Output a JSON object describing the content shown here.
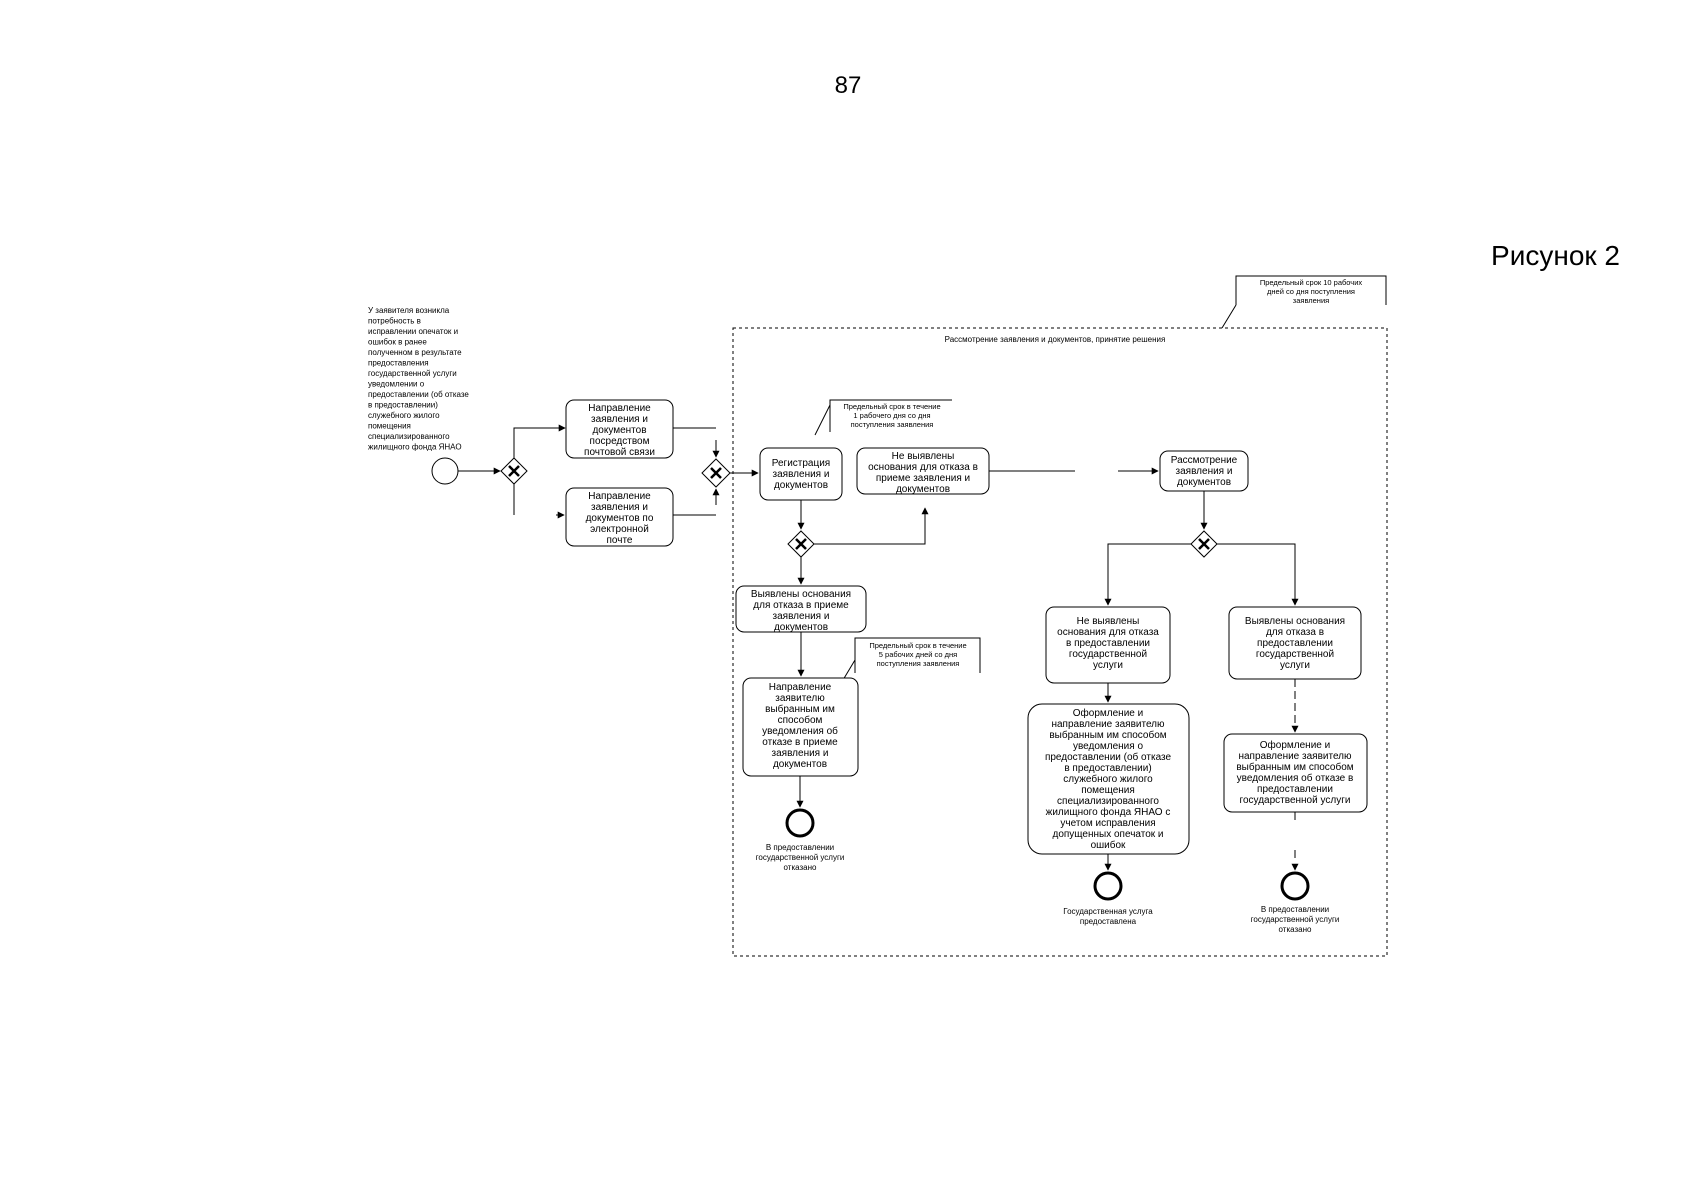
{
  "page_number": "87",
  "figure_label": "Рисунок 2",
  "start_note": [
    "У заявителя возникла",
    "потребность в",
    "исправлении опечаток и",
    "ошибок в ранее",
    "полученном в результате",
    "предоставления",
    "государственной услуги",
    "уведомлении о",
    "предоставлении (об отказе",
    "в предоставлении)",
    "служебного жилого",
    "помещения",
    "специализированного",
    "жилищного фонда ЯНАО"
  ],
  "pool": {
    "title": "Рассмотрение заявления и документов, принятие решения",
    "deadline_note": [
      "Предельный срок 10 рабочих",
      "дней со дня поступления",
      "заявления"
    ]
  },
  "tasks": {
    "mail_submission": [
      "Направление",
      "заявления и",
      "документов",
      "посредством",
      "почтовой связи"
    ],
    "email_submission": [
      "Направление",
      "заявления и",
      "документов по",
      "электронной",
      "почте"
    ],
    "registration": [
      "Регистрация",
      "заявления и",
      "документов"
    ],
    "no_grounds_reception": [
      "Не выявлены",
      "основания для отказа в",
      "приеме заявления и",
      "документов"
    ],
    "review": [
      "Рассмотрение",
      "заявления и",
      "документов"
    ],
    "grounds_reception": [
      "Выявлены основания",
      "для отказа в приеме",
      "заявления и",
      "документов"
    ],
    "notify_reception_refusal": [
      "Направление",
      "заявителю",
      "выбранным им",
      "способом",
      "уведомления об",
      "отказе в приеме",
      "заявления и",
      "документов"
    ],
    "no_grounds_service": [
      "Не выявлены",
      "основания для отказа",
      "в предоставлении",
      "государственной",
      "услуги"
    ],
    "grounds_service": [
      "Выявлены основания",
      "для отказа в",
      "предоставлении",
      "государственной",
      "услуги"
    ],
    "issue_corrected": [
      "Оформление и",
      "направление заявителю",
      "выбранным им способом",
      "уведомления о",
      "предоставлении (об отказе",
      "в предоставлении)",
      "служебного жилого",
      "помещения",
      "специализированного",
      "жилищного фонда ЯНАО с",
      "учетом исправления",
      "допущенных опечаток и",
      "ошибок"
    ],
    "issue_refusal": [
      "Оформление и",
      "направление заявителю",
      "выбранным им способом",
      "уведомления об отказе в",
      "предоставлении",
      "государственной услуги"
    ]
  },
  "notes": {
    "registration_deadline": [
      "Предельный срок в течение",
      "1 рабочего дня со дня",
      "поступления заявления"
    ],
    "refusal_deadline": [
      "Предельный срок в течение",
      "5 рабочих дней со дня",
      "поступления заявления"
    ]
  },
  "end_events": {
    "reception_refused": [
      "В предоставлении",
      "государственной услуги",
      "отказано"
    ],
    "service_provided": [
      "Государственная услуга",
      "предоставлена"
    ],
    "service_refused": [
      "В предоставлении",
      "государственной услуги",
      "отказано"
    ]
  }
}
